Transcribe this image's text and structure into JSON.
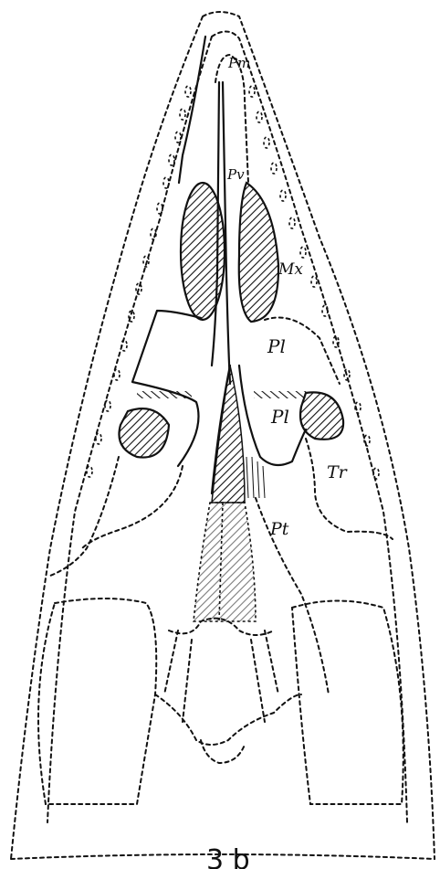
{
  "labels": {
    "premaxilla": "Pm",
    "vomer": "Pv",
    "maxilla": "Mx",
    "palatine_upper": "Pl",
    "palatine_lower": "Pl",
    "transverse": "Tr",
    "pterygoid": "Pt"
  },
  "figure_label": "3 b"
}
